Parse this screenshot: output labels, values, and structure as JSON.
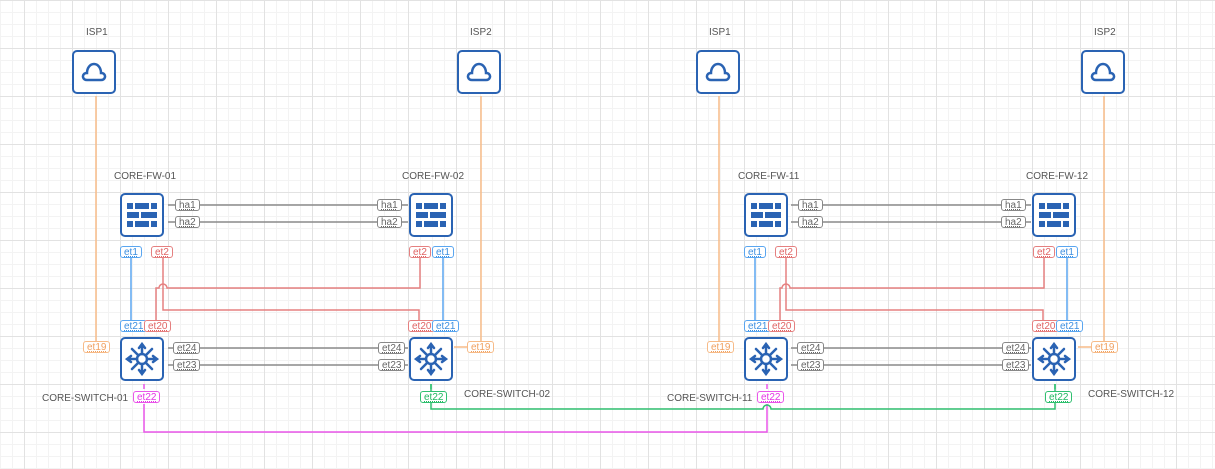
{
  "colors": {
    "node_border": "#2a63b3",
    "ha_link": "#8a8a8a",
    "et1_link": "#5aa6f0",
    "et2_link": "#e58080",
    "isp_link": "#f7bb88",
    "et22_magenta": "#ea56ea",
    "et22_green": "#30c070"
  },
  "isps": [
    {
      "id": "isp1-left",
      "label": "ISP1",
      "icon": "cloud-icon"
    },
    {
      "id": "isp2-left",
      "label": "ISP2",
      "icon": "cloud-icon"
    },
    {
      "id": "isp1-right",
      "label": "ISP1",
      "icon": "cloud-icon"
    },
    {
      "id": "isp2-right",
      "label": "ISP2",
      "icon": "cloud-icon"
    }
  ],
  "firewalls": [
    {
      "id": "core-fw-01",
      "label": "CORE-FW-01",
      "icon": "firewall-icon",
      "ports": [
        "ha1",
        "ha2",
        "et1",
        "et2"
      ]
    },
    {
      "id": "core-fw-02",
      "label": "CORE-FW-02",
      "icon": "firewall-icon",
      "ports": [
        "ha1",
        "ha2",
        "et2",
        "et1"
      ]
    },
    {
      "id": "core-fw-11",
      "label": "CORE-FW-11",
      "icon": "firewall-icon",
      "ports": [
        "ha1",
        "ha2",
        "et1",
        "et2"
      ]
    },
    {
      "id": "core-fw-12",
      "label": "CORE-FW-12",
      "icon": "firewall-icon",
      "ports": [
        "ha1",
        "ha2",
        "et2",
        "et1"
      ]
    }
  ],
  "switches": [
    {
      "id": "core-switch-01",
      "label": "CORE-SWITCH-01",
      "icon": "switch-icon",
      "ports": [
        "et21",
        "et20",
        "et19",
        "et24",
        "et23",
        "et22"
      ]
    },
    {
      "id": "core-switch-02",
      "label": "CORE-SWITCH-02",
      "icon": "switch-icon",
      "ports": [
        "et20",
        "et21",
        "et19",
        "et24",
        "et23",
        "et22"
      ]
    },
    {
      "id": "core-switch-11",
      "label": "CORE-SWITCH-11",
      "icon": "switch-icon",
      "ports": [
        "et21",
        "et20",
        "et19",
        "et24",
        "et23",
        "et22"
      ]
    },
    {
      "id": "core-switch-12",
      "label": "CORE-SWITCH-12",
      "icon": "switch-icon",
      "ports": [
        "et20",
        "et21",
        "et19",
        "et24",
        "et23",
        "et22"
      ]
    }
  ],
  "links": [
    {
      "from": "ISP1",
      "to": "CORE-SWITCH-01 et19",
      "color": "isp_link"
    },
    {
      "from": "ISP2",
      "to": "CORE-SWITCH-02 et19",
      "color": "isp_link"
    },
    {
      "from": "ISP1",
      "to": "CORE-SWITCH-11 et19",
      "color": "isp_link"
    },
    {
      "from": "ISP2",
      "to": "CORE-SWITCH-12 et19",
      "color": "isp_link"
    },
    {
      "from": "CORE-FW-01 ha1",
      "to": "CORE-FW-02 ha1",
      "color": "ha_link"
    },
    {
      "from": "CORE-FW-01 ha2",
      "to": "CORE-FW-02 ha2",
      "color": "ha_link"
    },
    {
      "from": "CORE-FW-11 ha1",
      "to": "CORE-FW-12 ha1",
      "color": "ha_link"
    },
    {
      "from": "CORE-FW-11 ha2",
      "to": "CORE-FW-12 ha2",
      "color": "ha_link"
    },
    {
      "from": "CORE-FW-01 et1",
      "to": "CORE-SWITCH-01 et21",
      "color": "et1_link"
    },
    {
      "from": "CORE-FW-02 et1",
      "to": "CORE-SWITCH-02 et21",
      "color": "et1_link"
    },
    {
      "from": "CORE-FW-11 et1",
      "to": "CORE-SWITCH-11 et21",
      "color": "et1_link"
    },
    {
      "from": "CORE-FW-12 et1",
      "to": "CORE-SWITCH-12 et21",
      "color": "et1_link"
    },
    {
      "from": "CORE-FW-01 et2",
      "to": "CORE-SWITCH-02 et20",
      "color": "et2_link"
    },
    {
      "from": "CORE-FW-02 et2",
      "to": "CORE-SWITCH-01 et20",
      "color": "et2_link"
    },
    {
      "from": "CORE-FW-11 et2",
      "to": "CORE-SWITCH-12 et20",
      "color": "et2_link"
    },
    {
      "from": "CORE-FW-12 et2",
      "to": "CORE-SWITCH-11 et20",
      "color": "et2_link"
    },
    {
      "from": "CORE-SWITCH-01 et24",
      "to": "CORE-SWITCH-02 et24",
      "color": "ha_link"
    },
    {
      "from": "CORE-SWITCH-01 et23",
      "to": "CORE-SWITCH-02 et23",
      "color": "ha_link"
    },
    {
      "from": "CORE-SWITCH-11 et24",
      "to": "CORE-SWITCH-12 et24",
      "color": "ha_link"
    },
    {
      "from": "CORE-SWITCH-11 et23",
      "to": "CORE-SWITCH-12 et23",
      "color": "ha_link"
    },
    {
      "from": "CORE-SWITCH-01 et22",
      "to": "CORE-SWITCH-11 et22",
      "color": "et22_magenta"
    },
    {
      "from": "CORE-SWITCH-02 et22",
      "to": "CORE-SWITCH-12 et22",
      "color": "et22_green"
    }
  ]
}
